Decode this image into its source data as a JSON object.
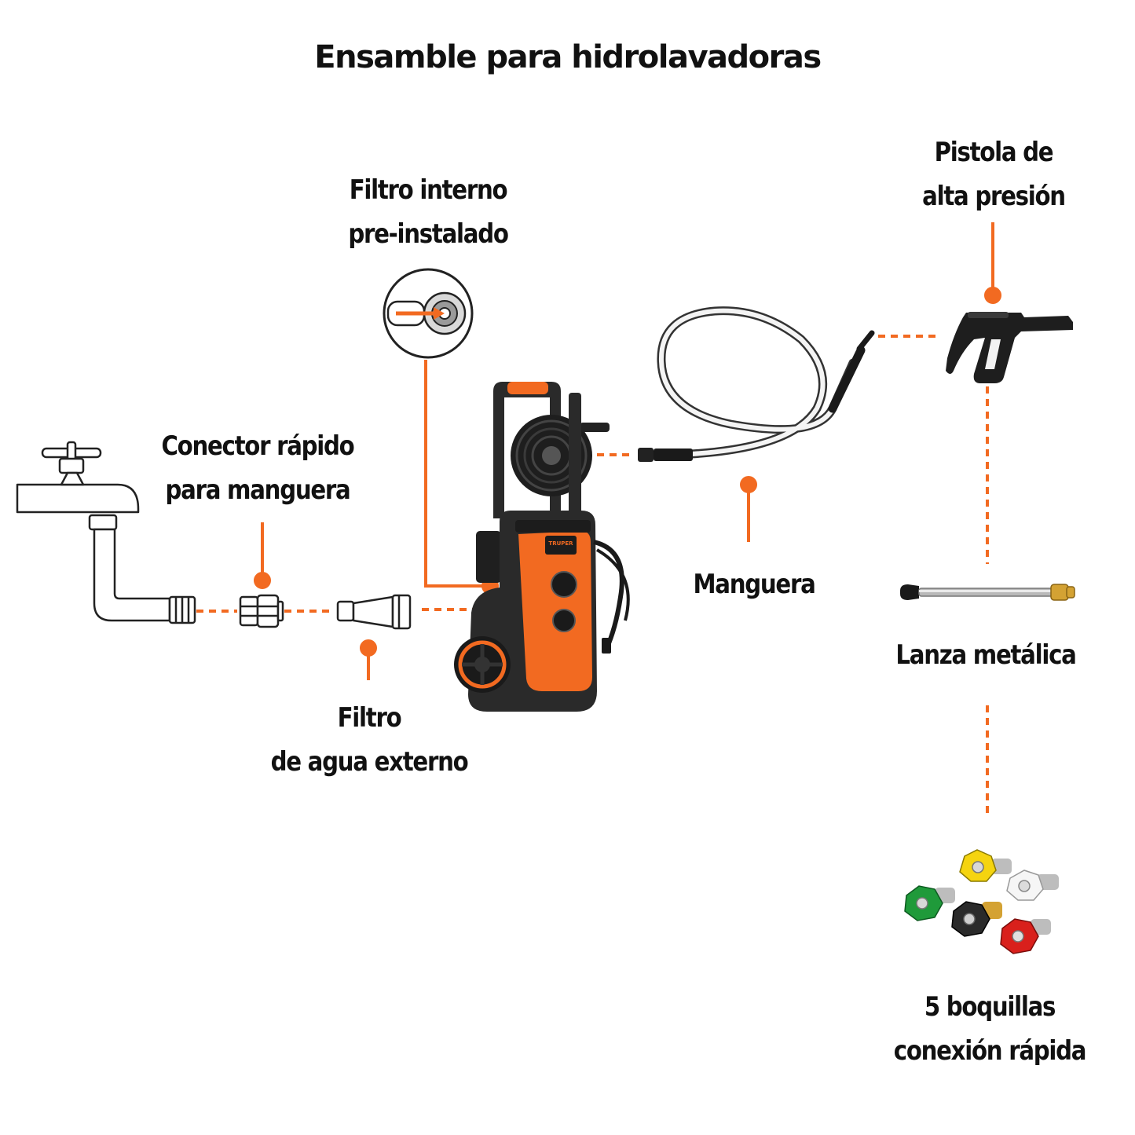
{
  "title": "Ensamble para hidrolavadoras",
  "colors": {
    "accent": "#f26a21",
    "ink": "#111111",
    "outline": "#222222"
  },
  "labels": {
    "filtro_interno": [
      "Filtro interno",
      "pre-instalado"
    ],
    "conector": [
      "Conector rápido",
      "para manguera"
    ],
    "filtro_externo": [
      "Filtro",
      "de agua externo"
    ],
    "manguera": [
      "Manguera"
    ],
    "pistola": [
      "Pistola de",
      "alta presión"
    ],
    "lanza": [
      "Lanza metálica"
    ],
    "boquillas": [
      "5 boquillas",
      "conexión rápida"
    ]
  },
  "brand_text": "TRUPER",
  "nozzle_colors": [
    "yellow",
    "white",
    "green",
    "black",
    "red"
  ],
  "icons": [
    "water-faucet-icon",
    "quick-connector-icon",
    "water-filter-icon",
    "internal-filter-icon",
    "pressure-washer-icon",
    "hose-icon",
    "spray-gun-icon",
    "metal-lance-icon",
    "nozzle-set-icon"
  ]
}
